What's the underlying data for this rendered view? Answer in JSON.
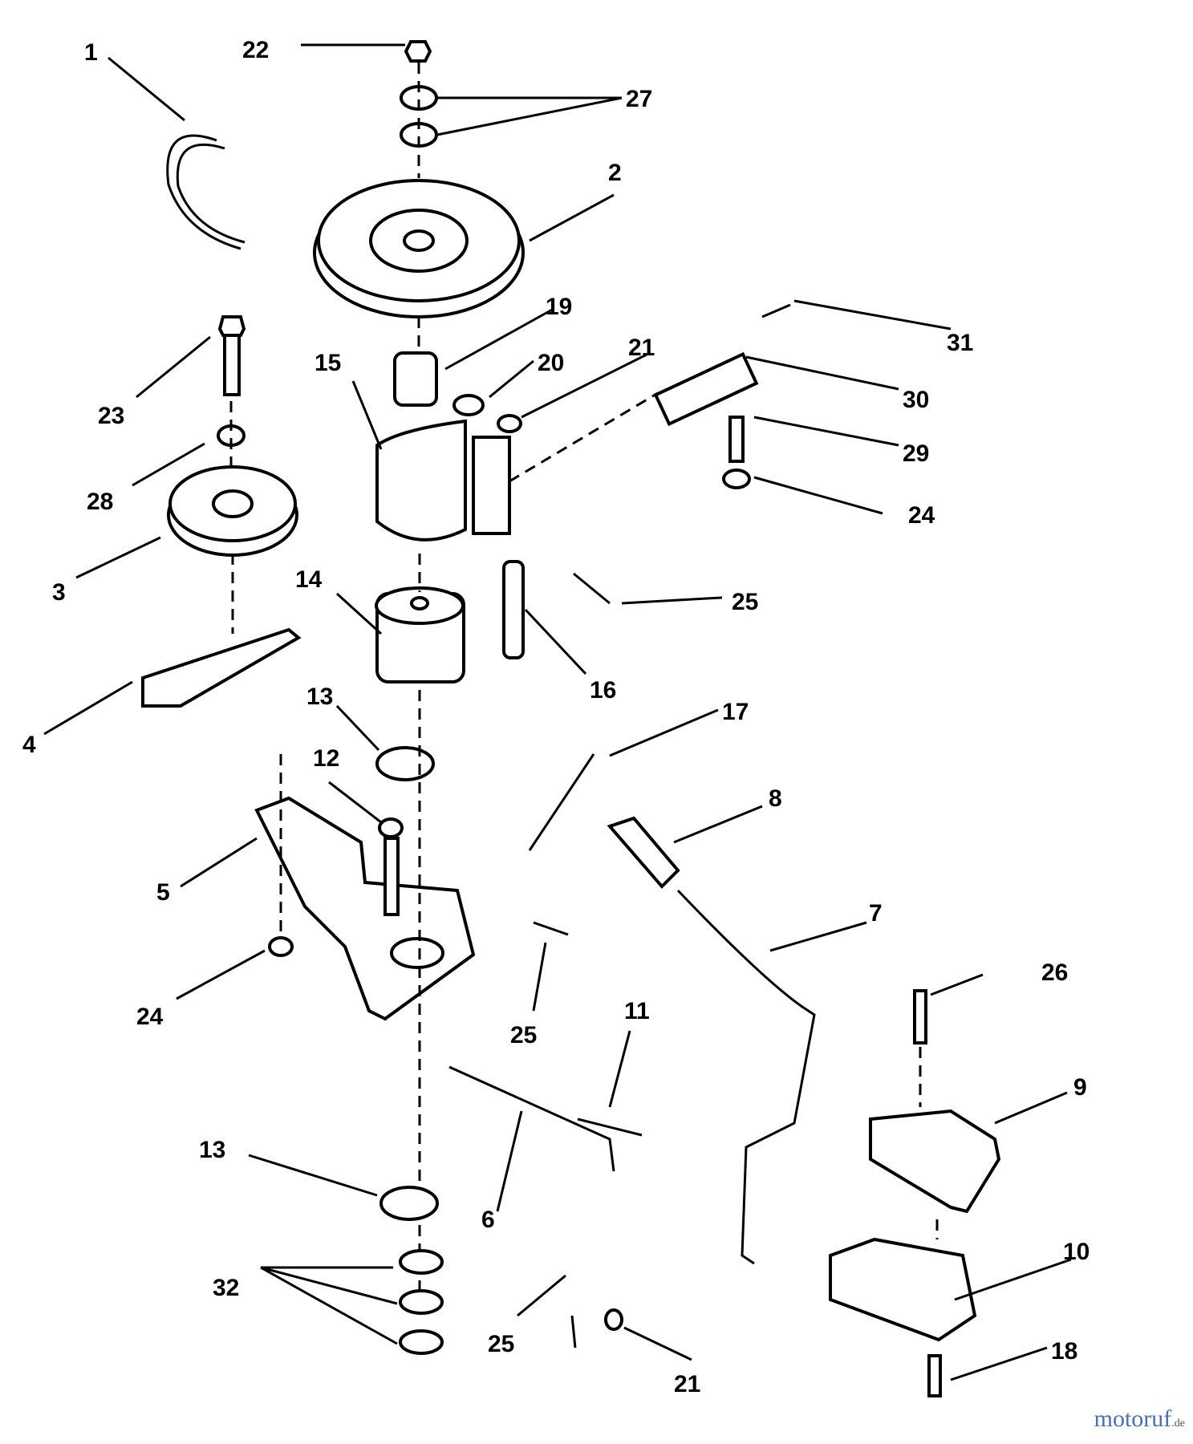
{
  "diagram": {
    "labels": [
      "1",
      "2",
      "3",
      "4",
      "5",
      "6",
      "7",
      "8",
      "9",
      "10",
      "11",
      "12",
      "13",
      "13",
      "14",
      "15",
      "16",
      "17",
      "18",
      "19",
      "20",
      "21",
      "21",
      "22",
      "23",
      "24",
      "24",
      "25",
      "25",
      "25",
      "26",
      "27",
      "28",
      "29",
      "30",
      "31",
      "32"
    ]
  },
  "watermark": {
    "text": "motoruf",
    "suffix": ".de"
  }
}
